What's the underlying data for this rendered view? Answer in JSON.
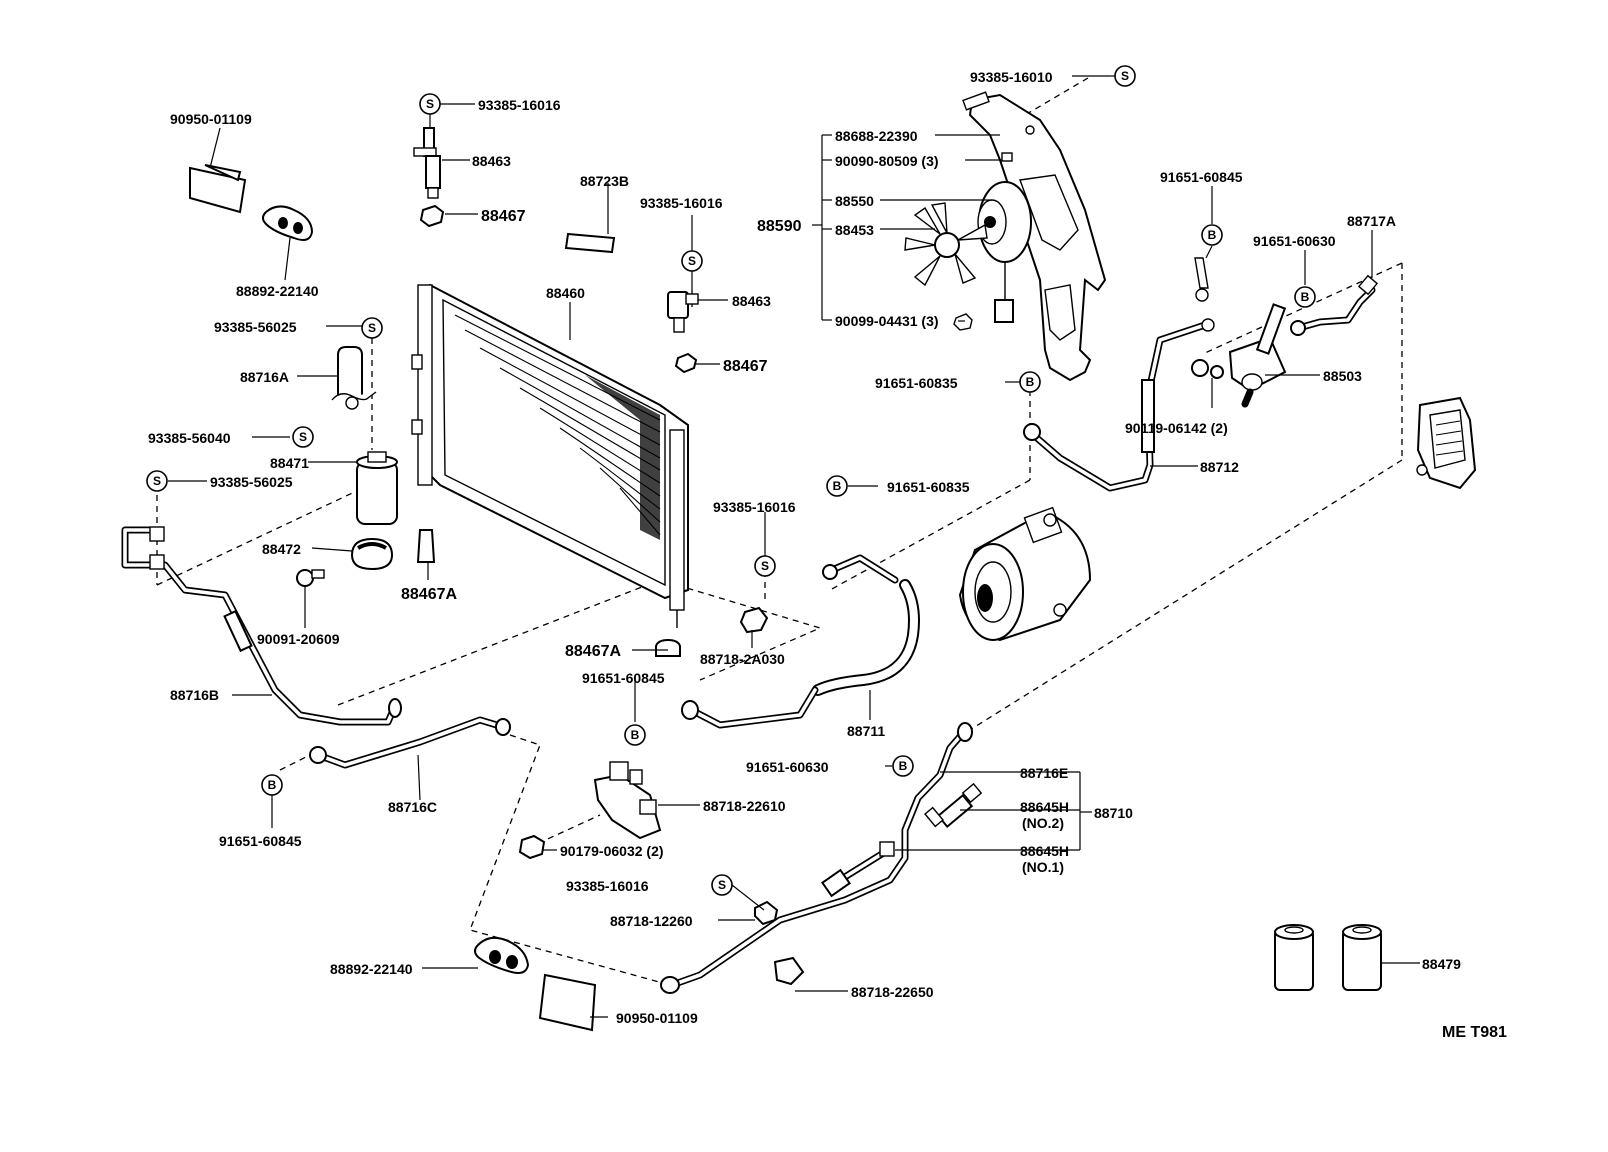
{
  "labels": {
    "l_90950_01109_a": "90950-01109",
    "l_88892_22140_a": "88892-22140",
    "l_93385_16016_a": "93385-16016",
    "l_88463_a": "88463",
    "l_88467_a": "88467",
    "l_88723b": "88723B",
    "l_93385_16016_b": "93385-16016",
    "l_88463_b": "88463",
    "l_88467_b": "88467",
    "l_88460": "88460",
    "l_93385_56025_a": "93385-56025",
    "l_88716a": "88716A",
    "l_93385_56040": "93385-56040",
    "l_88471": "88471",
    "l_93385_56025_b": "93385-56025",
    "l_88472": "88472",
    "l_88467a_a": "88467A",
    "l_90091_20609": "90091-20609",
    "l_88716b": "88716B",
    "l_88716c": "88716C",
    "l_91651_60845_a": "91651-60845",
    "l_93385_16016_c": "93385-16016",
    "l_88467a_b": "88467A",
    "l_88718_2a030": "88718-2A030",
    "l_91651_60845_b": "91651-60845",
    "l_91651_60835_a": "91651-60835",
    "l_88711": "88711",
    "l_88718_22610": "88718-22610",
    "l_90179_06032": "90179-06032 (2)",
    "l_93385_16016_d": "93385-16016",
    "l_88718_12260": "88718-12260",
    "l_88892_22140_b": "88892-22140",
    "l_90950_01109_b": "90950-01109",
    "l_88718_22650": "88718-22650",
    "l_93385_16010": "93385-16010",
    "l_88688_22390": "88688-22390",
    "l_90090_80509": "90090-80509 (3)",
    "l_88550": "88550",
    "l_88590": "88590",
    "l_88453": "88453",
    "l_90099_04431": "90099-04431 (3)",
    "l_91651_60845_c": "91651-60845",
    "l_88717a": "88717A",
    "l_91651_60630_a": "91651-60630",
    "l_88503": "88503",
    "l_91651_60835_b": "91651-60835",
    "l_90119_06142": "90119-06142 (2)",
    "l_88712": "88712",
    "l_91651_60630_b": "91651-60630",
    "l_88716e": "88716E",
    "l_88645h_a": "88645H",
    "l_no2": "(NO.2)",
    "l_88710": "88710",
    "l_88645h_b": "88645H",
    "l_no1": "(NO.1)",
    "l_88479": "88479",
    "l_ref_code": "ME T981"
  },
  "badges": {
    "s": "S",
    "b": "B"
  },
  "colors": {
    "line": "#000000",
    "background": "#ffffff"
  }
}
